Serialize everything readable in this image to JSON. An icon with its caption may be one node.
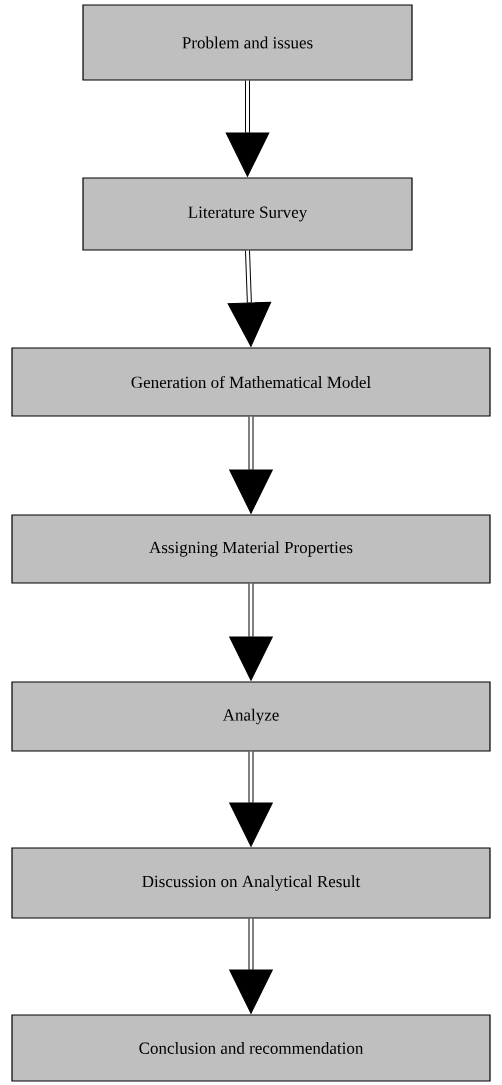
{
  "diagram": {
    "nodes": [
      {
        "text": [
          "Problem and issues"
        ]
      },
      {
        "text": [
          "Literature Survey"
        ]
      },
      {
        "text": [
          "Generation of Mathematical Model"
        ]
      },
      {
        "text": [
          "Assigning Material Properties"
        ]
      },
      {
        "text": [
          "Analyze"
        ]
      },
      {
        "text": [
          "Discussion on Analytical Result"
        ]
      },
      {
        "text": [
          "Conclusion and recommendation"
        ]
      }
    ],
    "edges": [
      {
        "from": 0,
        "to": 1,
        "arrow": "to"
      },
      {
        "from": 1,
        "to": 2,
        "arrow": "to"
      },
      {
        "from": 2,
        "to": 3,
        "arrow": "to"
      },
      {
        "from": 3,
        "to": 4,
        "arrow": "to"
      },
      {
        "from": 4,
        "to": 5,
        "arrow": "to"
      },
      {
        "from": 5,
        "to": 6,
        "arrow": "to"
      }
    ]
  }
}
